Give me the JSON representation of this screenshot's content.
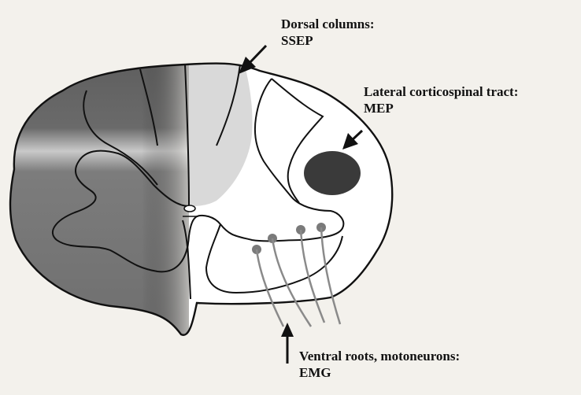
{
  "labels": {
    "dorsal": {
      "line1": "Dorsal columns:",
      "line2": "SSEP"
    },
    "lateral": {
      "line1": "Lateral corticospinal tract:",
      "line2": "MEP"
    },
    "ventral": {
      "line1": "Ventral roots, motoneurons:",
      "line2": "EMG"
    }
  },
  "colors": {
    "background": "#f3f1ec",
    "outline": "#111111",
    "left_half_shading": "#6f6f6f",
    "dorsal_column_shading": "#dcdcdc",
    "corticospinal_tract": "#3a3a3a",
    "motoneuron": "#7a7a7a"
  }
}
